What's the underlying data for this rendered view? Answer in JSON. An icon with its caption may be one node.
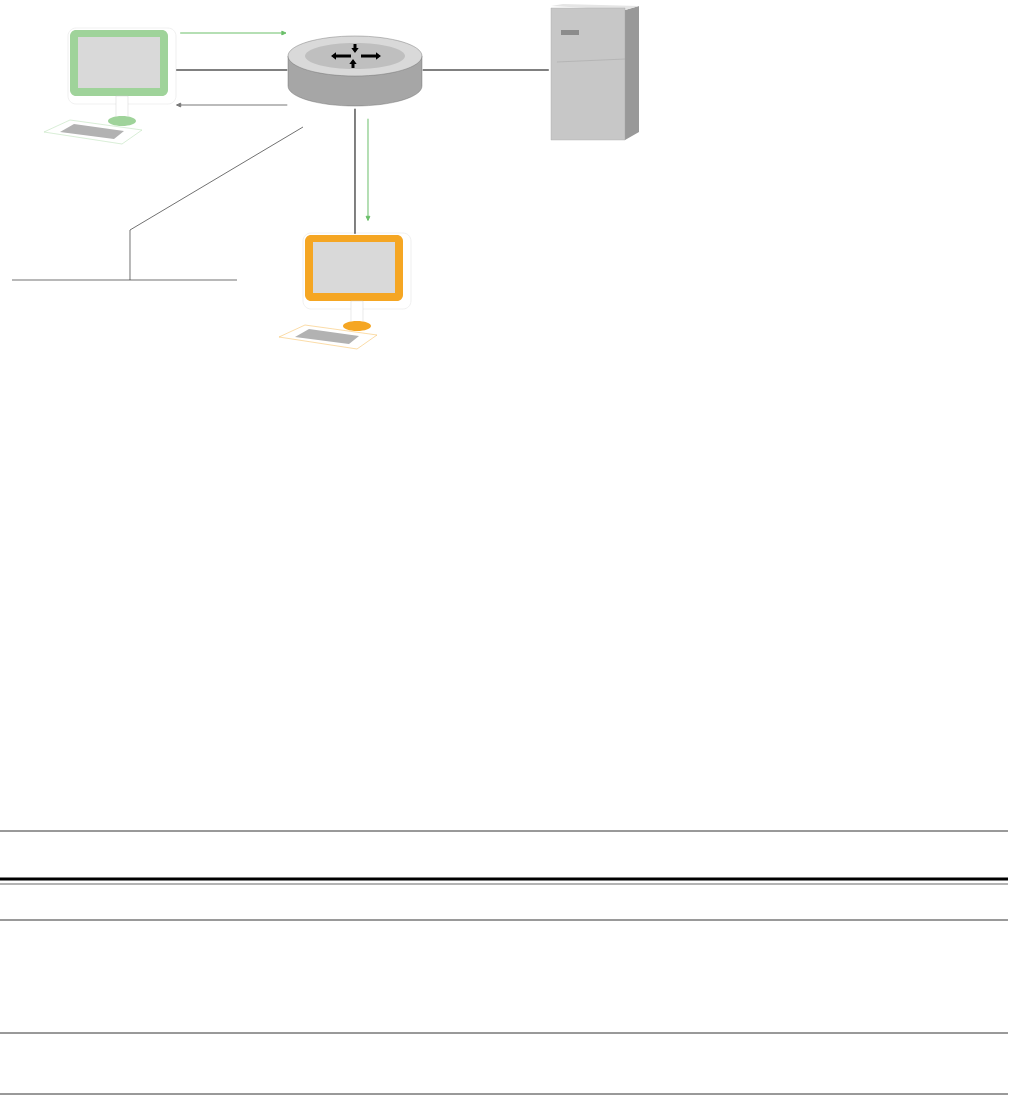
{
  "diagram": {
    "nodes": [
      {
        "text": [],
        "shape": "picture"
      },
      {
        "text": [],
        "shape": "picture"
      },
      {
        "text": [],
        "shape": "picture"
      },
      {
        "text": [],
        "shape": "picture"
      }
    ],
    "edges": [
      {
        "from": 0,
        "to": 1,
        "arrow": "none"
      },
      {
        "from": 1,
        "to": 2,
        "arrow": "none"
      },
      {
        "from": 1,
        "to": 3,
        "arrow": "none"
      },
      {
        "from": 0,
        "to": 1,
        "arrow": "to",
        "color": "#6abf69"
      },
      {
        "from": 1,
        "to": 0,
        "arrow": "to",
        "color": "#777777"
      },
      {
        "from": 1,
        "to": 3,
        "arrow": "to",
        "color": "#6abf69"
      }
    ]
  }
}
